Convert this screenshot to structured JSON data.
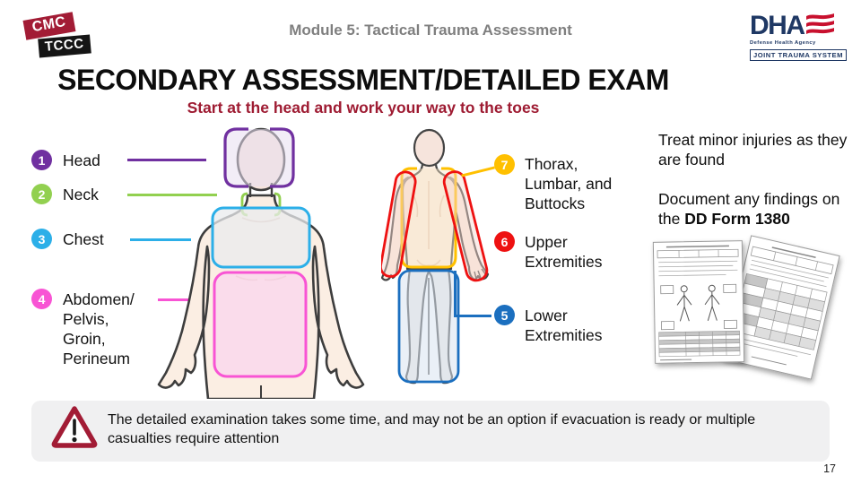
{
  "slide": {
    "module_header": "Module 5: Tactical Trauma Assessment",
    "title": "SECONDARY ASSESSMENT/DETAILED EXAM",
    "subtitle": "Start at the head and work your way to the toes",
    "page_number": "17"
  },
  "logos": {
    "cmc": "CMC",
    "tccc": "TCCC",
    "dha": "DHA",
    "dha_subtitle": "Defense Health Agency",
    "jts": "JOINT TRAUMA SYSTEM"
  },
  "colors": {
    "maroon": "#A21C35",
    "header_gray": "#7F7F7F",
    "item1_purple": "#7030A0",
    "item2_green": "#92D050",
    "item3_blue": "#2CAFE8",
    "item4_pink": "#F854D4",
    "item7_amber": "#FFC000",
    "item6_red": "#EE1111",
    "item5_blue": "#1B6FBF",
    "dha_navy": "#1F3864",
    "flag_red": "#C8102E"
  },
  "left_items": [
    {
      "num": "1",
      "label": "Head",
      "color": "#7030A0"
    },
    {
      "num": "2",
      "label": "Neck",
      "color": "#92D050"
    },
    {
      "num": "3",
      "label": "Chest",
      "color": "#2CAFE8"
    },
    {
      "num": "4",
      "label": "Abdomen/\nPelvis,\nGroin,\nPerineum",
      "color": "#F854D4"
    }
  ],
  "right_items": [
    {
      "num": "7",
      "label": "Thorax,\nLumbar, and\nButtocks",
      "color": "#FFC000"
    },
    {
      "num": "6",
      "label": "Upper\nExtremities",
      "color": "#EE1111"
    },
    {
      "num": "5",
      "label": "Lower\nExtremities",
      "color": "#1B6FBF"
    }
  ],
  "notes": {
    "treat": "Treat minor injuries as they are found",
    "document_prefix": "Document any findings on the ",
    "document_bold": "DD Form 1380"
  },
  "warning": "The detailed examination takes some time, and may not be an option if evacuation is ready or multiple casualties require attention"
}
